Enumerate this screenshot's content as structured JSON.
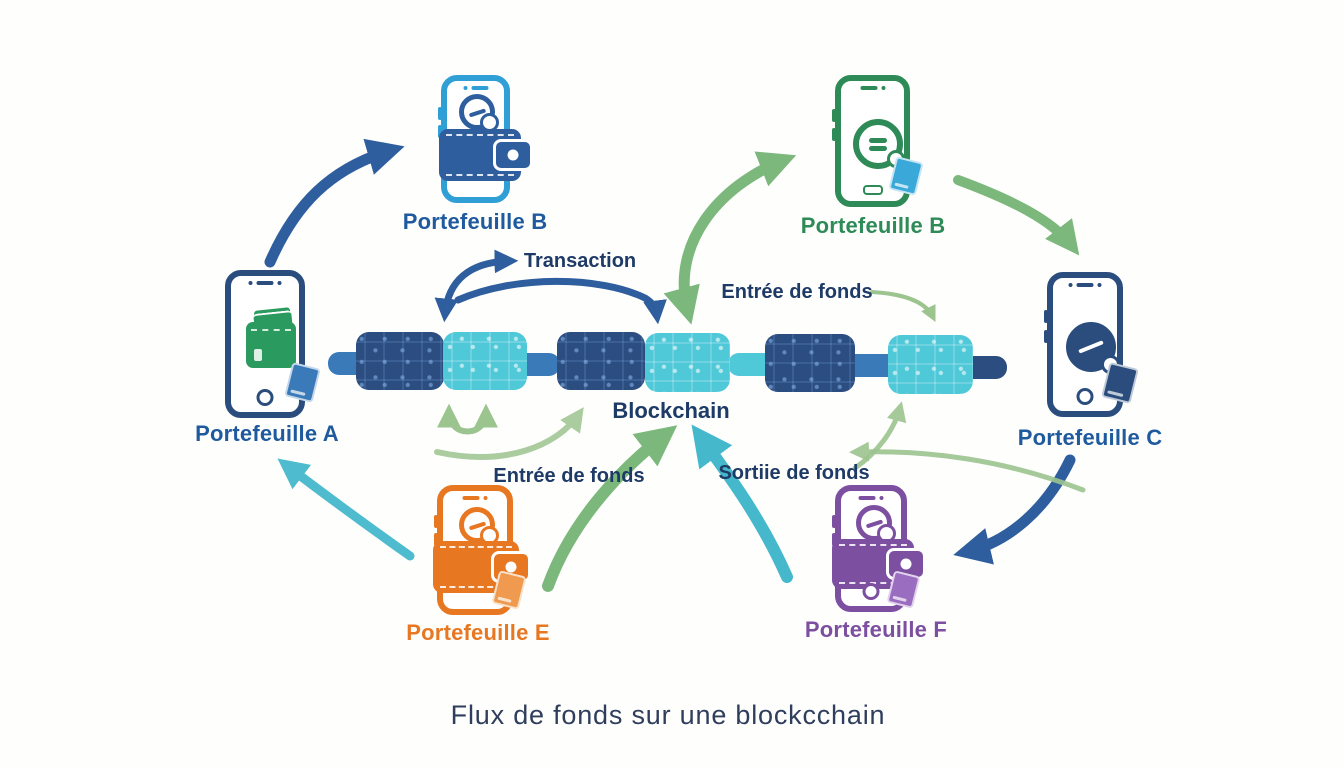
{
  "title": "Flux de fonds sur une blockcchain",
  "wallets": [
    {
      "id": "wallet-b-blue",
      "label": "Portefeuille B",
      "phone_color": "#2f9fd6",
      "label_color": "#1f5a9e",
      "icons": [
        "gauge-icon",
        "wallet-icon"
      ]
    },
    {
      "id": "wallet-b-green",
      "label": "Portefeuille B",
      "phone_color": "#2e8b57",
      "label_color": "#2e8b57",
      "icons": [
        "coin-equals-icon",
        "card-icon"
      ]
    },
    {
      "id": "wallet-a",
      "label": "Portefeuille A",
      "phone_color": "#2a4d7e",
      "label_color": "#1f5a9e",
      "icons": [
        "bill-wallet-icon",
        "card-icon"
      ]
    },
    {
      "id": "wallet-c",
      "label": "Portefeuille C",
      "phone_color": "#2a4d7e",
      "label_color": "#1f5a9e",
      "icons": [
        "gauge-icon",
        "card-icon"
      ]
    },
    {
      "id": "wallet-e",
      "label": "Portefeuille E",
      "phone_color": "#e87722",
      "label_color": "#e87722",
      "icons": [
        "gauge-icon",
        "wallet-icon",
        "card-icon"
      ]
    },
    {
      "id": "wallet-f",
      "label": "Portefeuille F",
      "phone_color": "#7d4fa0",
      "label_color": "#7d4fa0",
      "icons": [
        "gauge-icon",
        "wallet-icon",
        "card-icon"
      ]
    }
  ],
  "annotations": {
    "transaction": "Transaction",
    "entree_top": "Entrée de fonds",
    "entree_bottom": "Entrée de fonds",
    "sortie": "Sortiie de fonds",
    "blockchain": "Blockchain"
  },
  "chain": {
    "blocks": [
      "navy",
      "cyan",
      "navy",
      "cyan",
      "navy",
      "cyan"
    ],
    "block_navy_color": "#2b4d80",
    "block_cyan_color": "#4fc8d8",
    "link_color": "#3a7ab8"
  },
  "colors": {
    "arrow_blue": "#2e5e9e",
    "arrow_green": "#7cb87c",
    "arrow_green_thin": "#9cc48f",
    "arrow_teal": "#45b8cc",
    "text_navy": "#1e3a66",
    "background": "#fefefd"
  }
}
